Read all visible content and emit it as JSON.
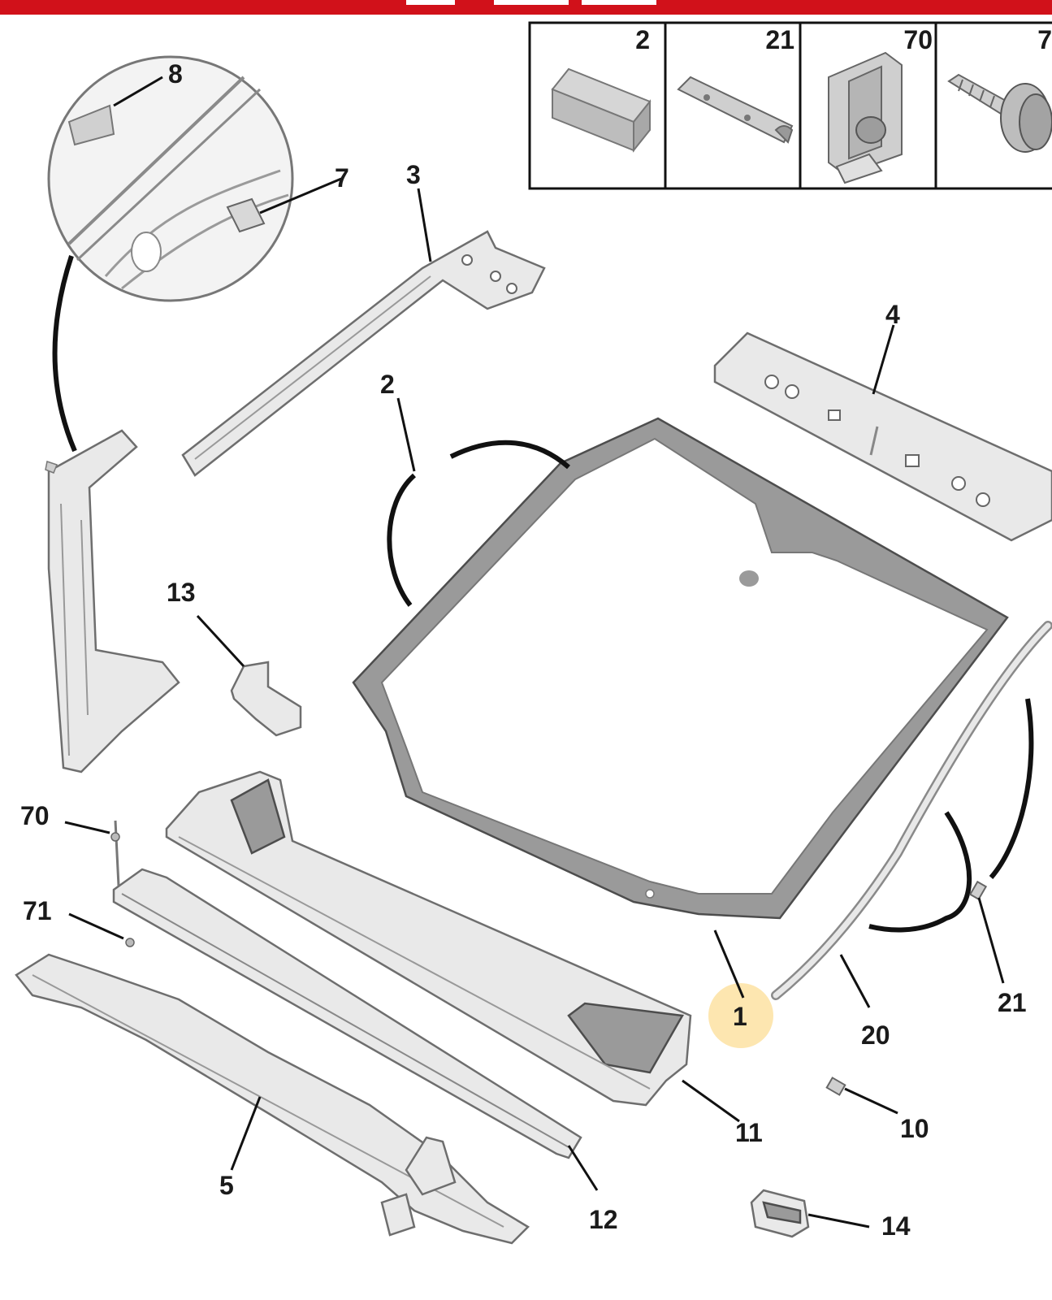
{
  "header": {
    "bar_color": "#d1111a"
  },
  "legend": {
    "items": [
      {
        "number": "2"
      },
      {
        "number": "21"
      },
      {
        "number": "70"
      },
      {
        "number": "7"
      }
    ]
  },
  "callouts": {
    "c1": "1",
    "c2": "2",
    "c3": "3",
    "c4": "4",
    "c5": "5",
    "c7": "7",
    "c8": "8",
    "c10": "10",
    "c11": "11",
    "c12": "12",
    "c13": "13",
    "c14": "14",
    "c20": "20",
    "c21": "21",
    "c70": "70",
    "c71": "71"
  },
  "highlight": {
    "part": "1",
    "color": "#fde3a7"
  },
  "icons": {
    "windshield": "windshield-glass-icon",
    "roof_bow": "roof-crossmember-icon",
    "side_rail": "roof-side-rail-icon",
    "a_pillar": "a-pillar-icon",
    "cowl": "cowl-panel-icon",
    "scuttle": "scuttle-crossmember-icon",
    "molding": "windshield-molding-icon",
    "clip": "clip-icon",
    "bracket": "bracket-icon",
    "screw": "screw-icon"
  }
}
